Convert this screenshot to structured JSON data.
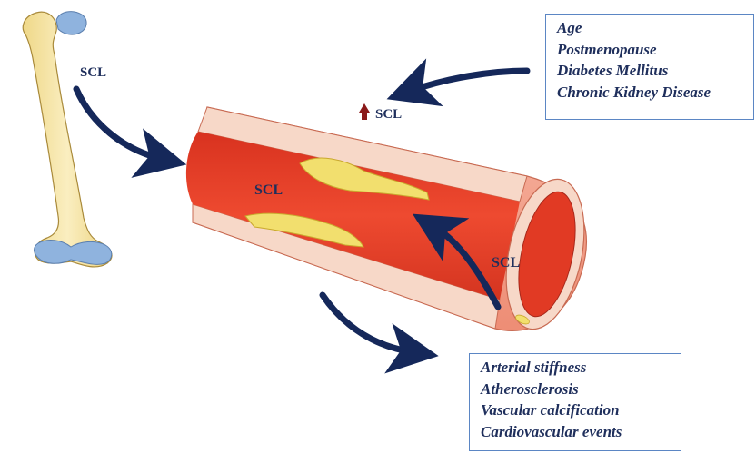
{
  "labels": {
    "bone_scl": "SCL",
    "raised_scl": "SCL",
    "lumen_scl": "SCL",
    "wall_scl": "SCL"
  },
  "risk_factors": [
    "Age",
    "Postmenopause",
    "Diabetes Mellitus",
    "Chronic Kidney Disease"
  ],
  "outcomes": [
    "Arterial stiffness",
    "Atherosclerosis",
    "Vascular calcification",
    "Cardiovascular events"
  ],
  "colors": {
    "arrow": "#15285a",
    "up_arrow": "#8b1a1a",
    "box_border": "#5b86c4",
    "text": "#1f2f5c",
    "blood": "#e8402a",
    "vessel_outer": "#f3a08c",
    "plaque": "#f2df6e",
    "bone": "#f5e6a6",
    "cartilage": "#8fb3de"
  },
  "icons": {
    "bone": "femur-icon",
    "vessel": "artery-cross-section-icon",
    "increase": "up-arrow-icon"
  }
}
